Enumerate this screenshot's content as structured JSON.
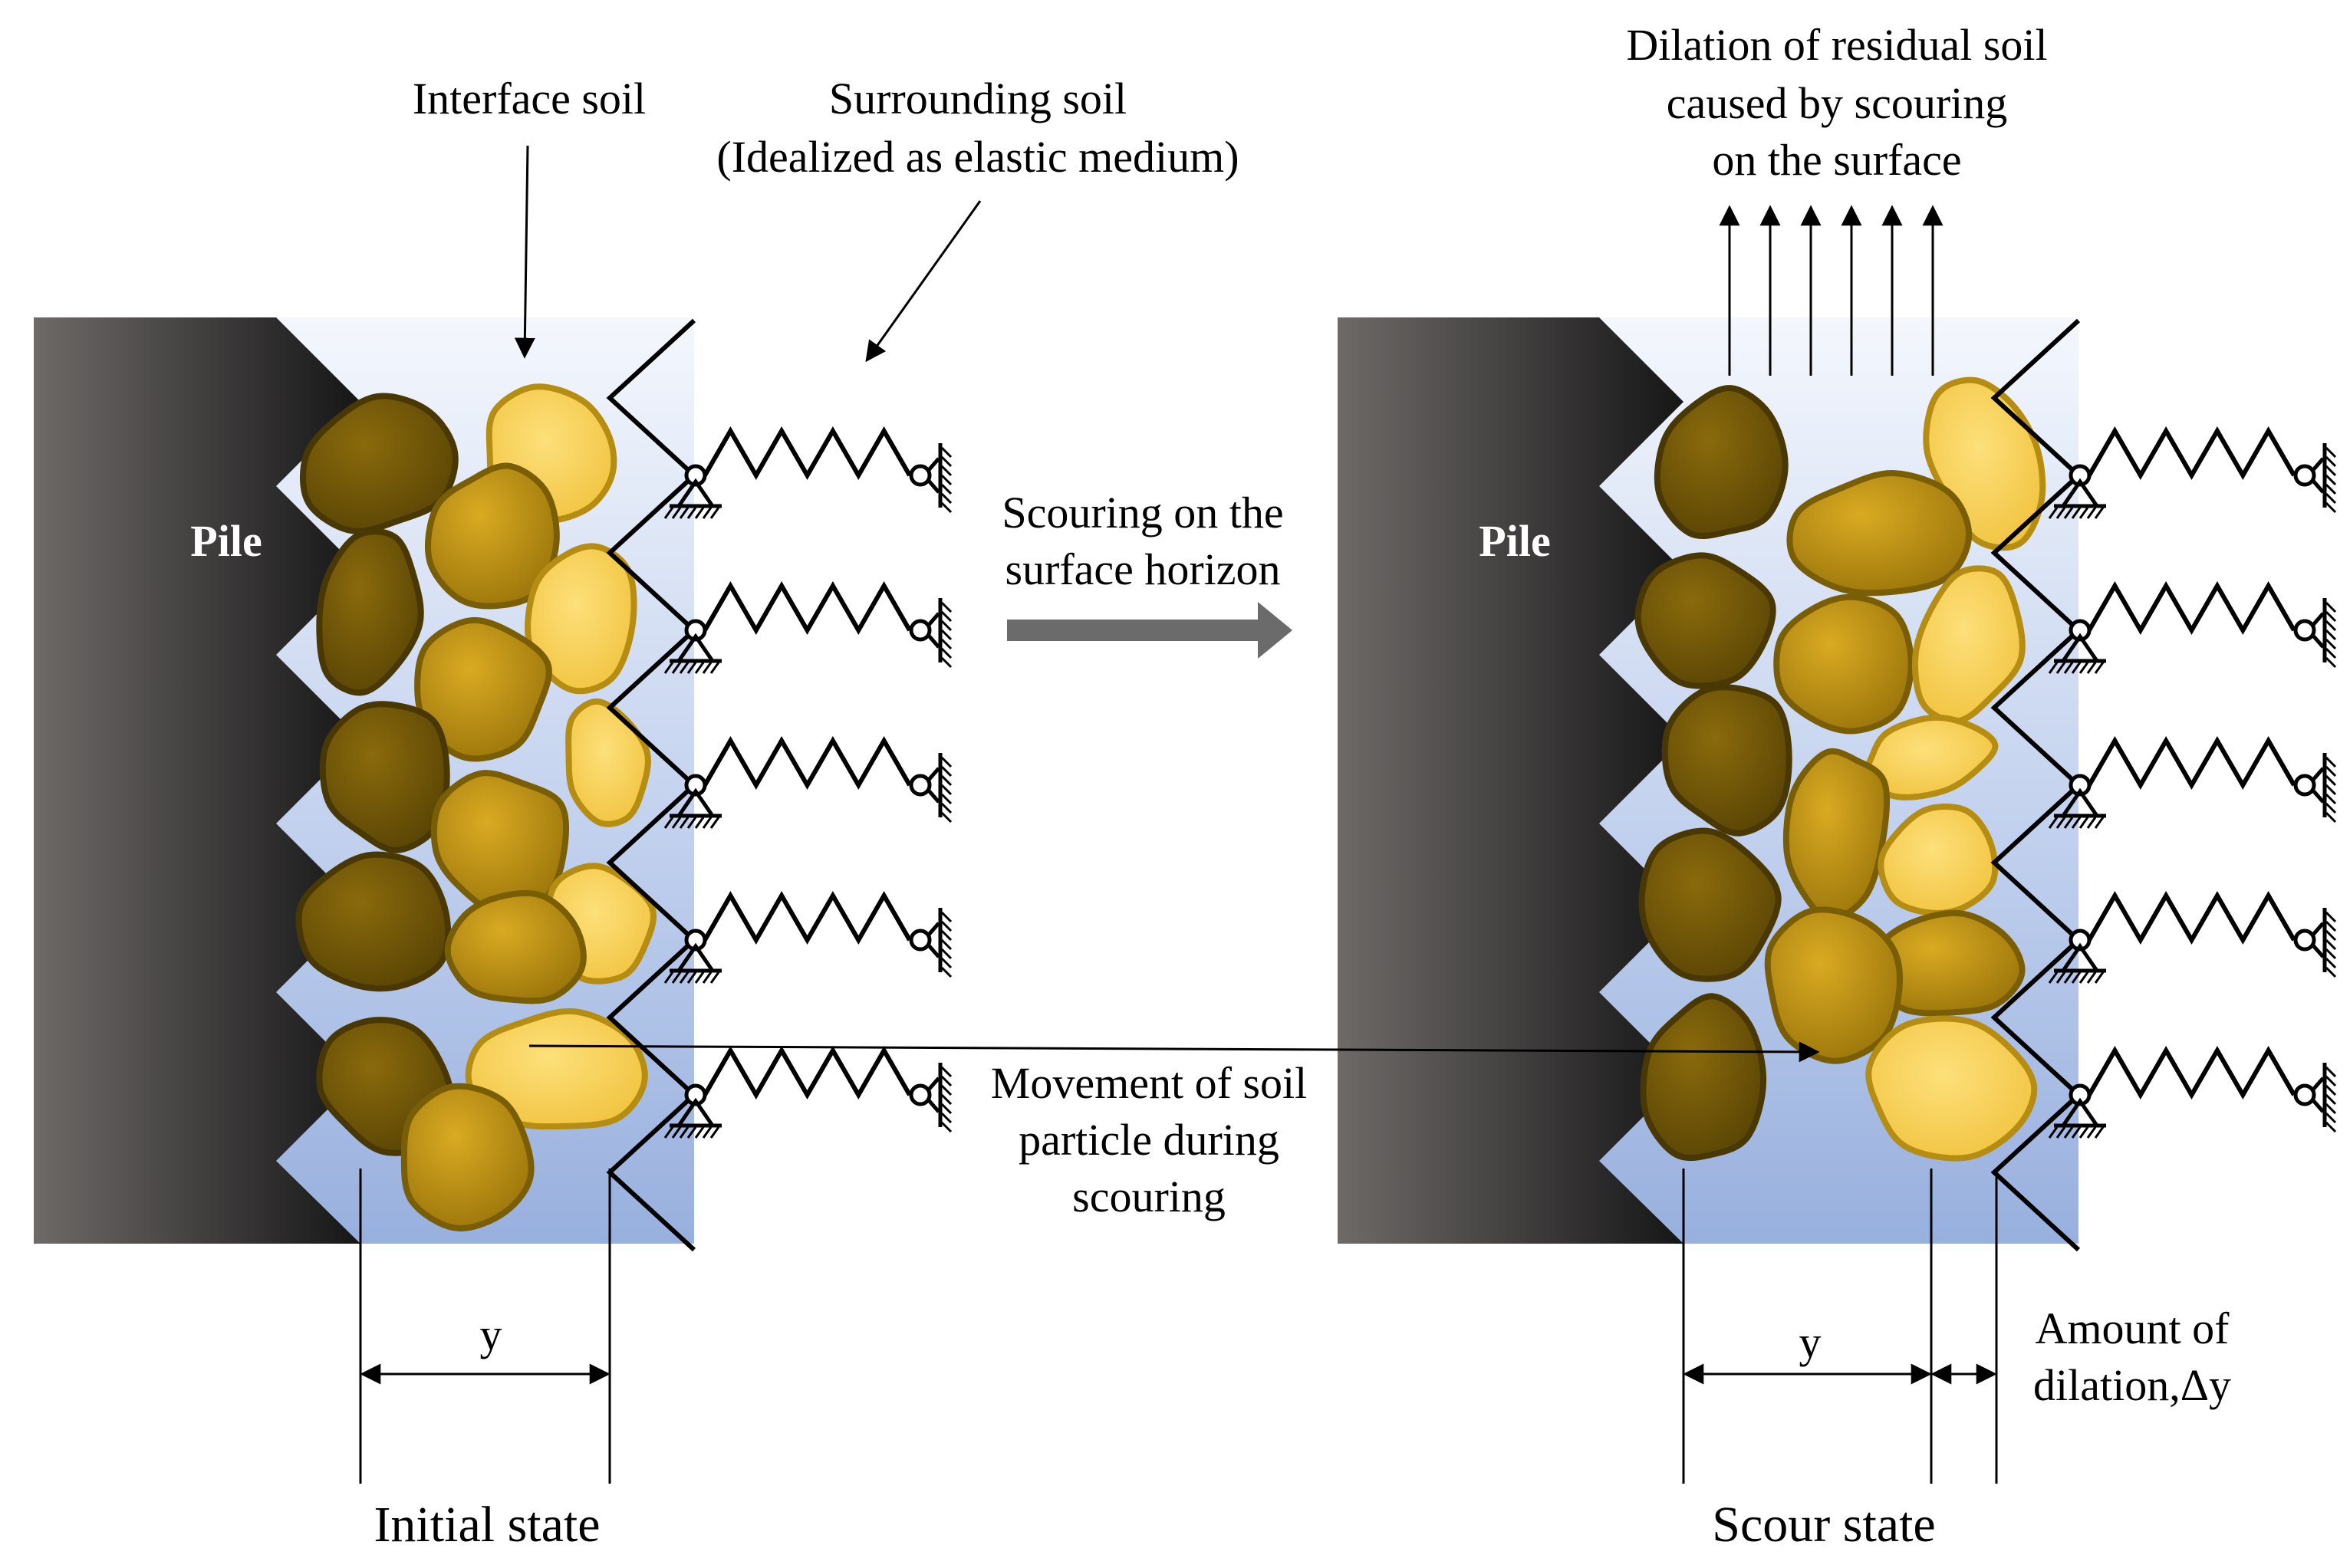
{
  "labels": {
    "interface_soil": "Interface soil",
    "surrounding_soil_line1": "Surrounding soil",
    "surrounding_soil_line2": "(Idealized as elastic medium)",
    "scouring_line1": "Scouring on the",
    "scouring_line2": "surface horizon",
    "movement_line1": "Movement of soil",
    "movement_line2": "particle during",
    "movement_line3": "scouring",
    "dilation_line1": "Dilation of residual soil",
    "dilation_line2": "caused by scouring",
    "dilation_line3": "on the surface",
    "pile_left": "Pile",
    "pile_right": "Pile",
    "y_left": "y",
    "y_right": "y",
    "amount_line1": "Amount of",
    "amount_line2": "dilation,Δy",
    "initial_state": "Initial state",
    "scour_state": "Scour state"
  },
  "colors": {
    "pile_dark": "#1f1f1f",
    "pile_light": "#6e6a68",
    "medium_top": "#f4f7fd",
    "medium_bottom": "#9db4e0",
    "particle_dark": "#6b5208",
    "particle_mid": "#b98f13",
    "particle_light": "#f7cf55",
    "particle_stroke": "#7a5e06",
    "arrow_gray": "#6b6b6b"
  }
}
